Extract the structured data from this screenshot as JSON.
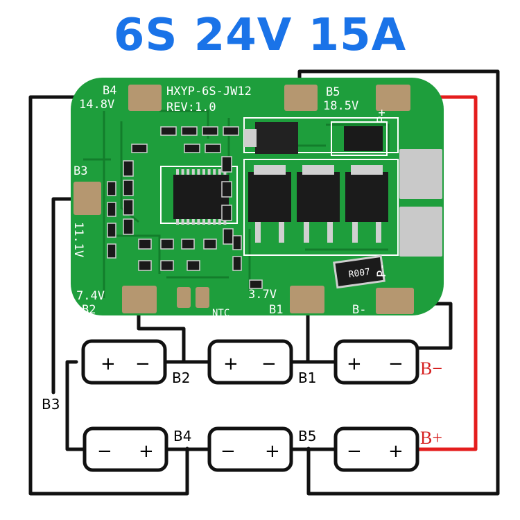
{
  "title": "6S 24V 15A",
  "colors": {
    "title": "#1a73e8",
    "pcb": "#1e9e3c",
    "pcb_trace": "#137d2b",
    "silk": "#ffffff",
    "pad": "#b59770",
    "wire_black": "#111111",
    "wire_red": "#e41d1d",
    "label_red": "#d62020"
  },
  "board": {
    "model": "HXYP-6S-JW12",
    "rev": "REV:1.0",
    "pad_labels": {
      "b4": "B4",
      "b4_voltage": "14.8V",
      "b5": "B5",
      "b5_voltage": "18.5V",
      "b3": "B3",
      "b3_voltage": "11.1V",
      "b2": "B2",
      "b2_voltage": "7.4V",
      "b1": "B1",
      "b1_voltage": "3.7V",
      "bneg": "B-",
      "ntc": "NTC",
      "pplus": "P+",
      "pminus": "P-",
      "resistor": "R007"
    }
  },
  "cells": {
    "plus": "+",
    "minus": "−"
  },
  "nodes": {
    "b1": "B1",
    "b2": "B2",
    "b3": "B3",
    "b4": "B4",
    "b5": "B5",
    "bneg": "B−",
    "bplus": "B+"
  }
}
